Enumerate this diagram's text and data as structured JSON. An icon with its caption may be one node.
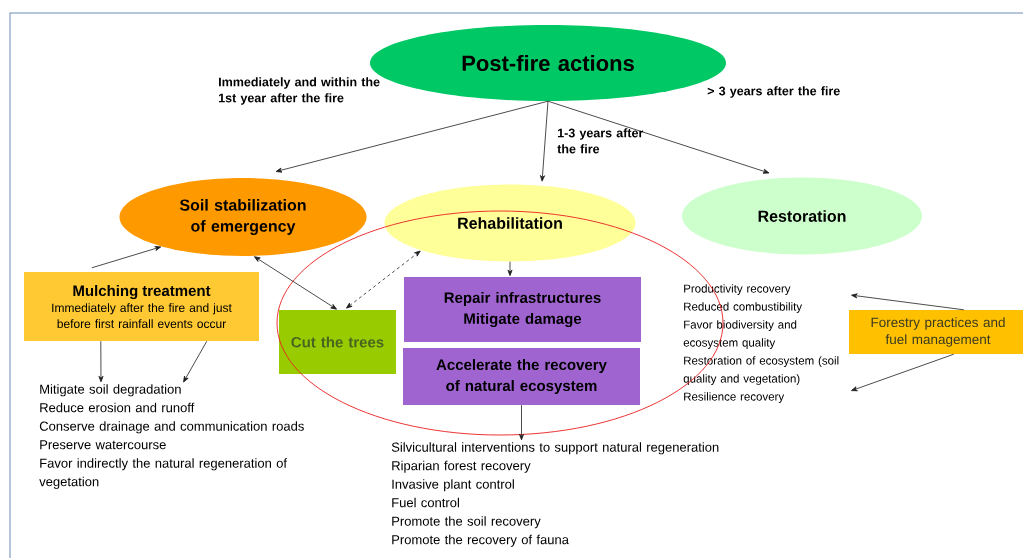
{
  "diagram": {
    "nodes": [
      {
        "text": [
          "Post-fire actions"
        ]
      },
      {
        "text": [
          "Soil stabilization of emergency"
        ]
      },
      {
        "text": [
          "Rehabilitation"
        ]
      },
      {
        "text": [
          "Restoration"
        ]
      },
      {
        "text": [
          "Mulching treatment",
          "Immediately  after the fire and just before first rainfall events occur"
        ]
      },
      {
        "text": [
          "Cut the trees"
        ]
      },
      {
        "text": [
          "Repair infrastructures",
          "Mitigate damage"
        ]
      },
      {
        "text": [
          "Accelerate the recovery of natural ecosystem"
        ]
      },
      {
        "text": [
          "Mitigate soil degradation",
          "Reduce erosion and runoff",
          "Conserve drainage and communication roads",
          "Preserve watercourse",
          "Favor indirectly the natural regeneration of vegetation"
        ]
      },
      {
        "text": [
          "Silvicultural interventions to support natural regeneration",
          "Riparian forest recovery",
          "Invasive plant control",
          "Fuel control",
          "Promote the soil recovery",
          "Promote the recovery of fauna"
        ]
      },
      {
        "text": [
          "Productivity recovery",
          "Reduced combustibility",
          "Favor biodiversity and ecosystem quality",
          "Restoration of ecosystem (soil quality and vegetation)",
          "Resilience recovery"
        ]
      },
      {
        "text": [
          "Forestry practices  and fuel management"
        ]
      }
    ],
    "edges": [
      {
        "from": 0,
        "to": 1,
        "arrow": "to",
        "label": "Immediately and within the 1st year after the fire"
      },
      {
        "from": 0,
        "to": 2,
        "arrow": "to",
        "label": "1-3 years after the fire"
      },
      {
        "from": 0,
        "to": 3,
        "arrow": "to",
        "label": "> 3 years after the fire"
      },
      {
        "from": 4,
        "to": 1,
        "arrow": "to"
      },
      {
        "from": 1,
        "to": 5,
        "arrow": "both"
      },
      {
        "from": 5,
        "to": 2,
        "arrow": "both",
        "style": "dashed"
      },
      {
        "from": 2,
        "to": 6,
        "arrow": "to"
      },
      {
        "from": 4,
        "to": 8,
        "arrow": "to"
      },
      {
        "from": 4,
        "to": 8,
        "arrow": "to"
      },
      {
        "from": 7,
        "to": 9,
        "arrow": "to"
      },
      {
        "from": 11,
        "to": 10,
        "arrow": "to"
      },
      {
        "from": 11,
        "to": 10,
        "arrow": "to"
      }
    ]
  }
}
